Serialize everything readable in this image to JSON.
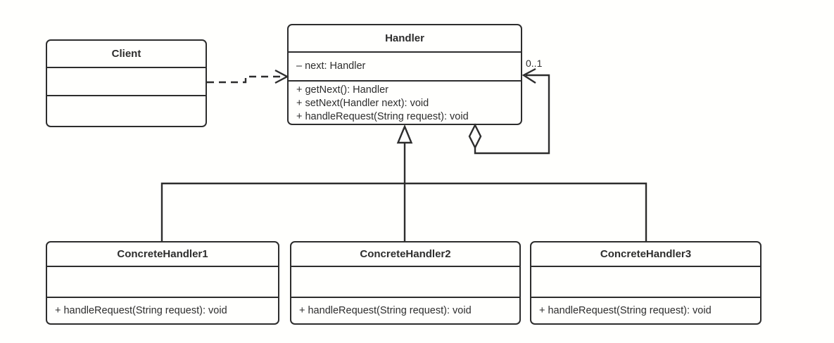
{
  "classes": {
    "client": {
      "title": "Client",
      "attributes": [],
      "methods": []
    },
    "handler": {
      "title": "Handler",
      "attributes": [
        "– next: Handler"
      ],
      "methods": [
        "+ getNext(): Handler",
        "+ setNext(Handler next): void",
        "+ handleRequest(String request): void"
      ]
    },
    "concrete_handler_1": {
      "title": "ConcreteHandler1",
      "attributes": [],
      "methods": [
        "+ handleRequest(String request): void"
      ]
    },
    "concrete_handler_2": {
      "title": "ConcreteHandler2",
      "attributes": [],
      "methods": [
        "+ handleRequest(String request): void"
      ]
    },
    "concrete_handler_3": {
      "title": "ConcreteHandler3",
      "attributes": [],
      "methods": [
        "+ handleRequest(String request): void"
      ]
    }
  },
  "labels": {
    "multiplicity": "0..1"
  },
  "colors": {
    "stroke": "#2d2d2d",
    "text": "#2d2d2d",
    "background": "#fffffd"
  }
}
